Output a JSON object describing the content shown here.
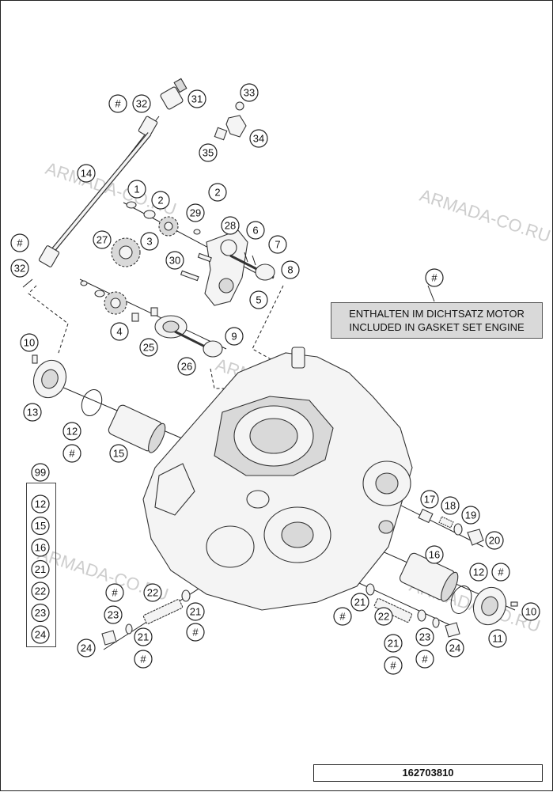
{
  "drawing_number": "162703810",
  "gasket_note": {
    "marker": "#",
    "line_de": "ENTHALTEN IM DICHTSATZ MOTOR",
    "line_en": "INCLUDED IN GASKET SET ENGINE"
  },
  "kit": {
    "label": "99",
    "items": [
      "12",
      "15",
      "16",
      "21",
      "22",
      "23",
      "24"
    ]
  },
  "watermark": "ARMADA-CO.RU",
  "callouts": [
    "#",
    "32",
    "31",
    "33",
    "34",
    "35",
    "14",
    "1",
    "2",
    "29",
    "2",
    "27",
    "3",
    "28",
    "6",
    "7",
    "30",
    "8",
    "5",
    "#",
    "32",
    "4",
    "25",
    "26",
    "9",
    "10",
    "13",
    "12",
    "#",
    "15",
    "17",
    "18",
    "19",
    "20",
    "16",
    "12",
    "#",
    "10",
    "11",
    "#",
    "22",
    "23",
    "21",
    "#",
    "24",
    "21",
    "#",
    "#",
    "21",
    "22",
    "21",
    "23",
    "24",
    "#",
    "#"
  ]
}
